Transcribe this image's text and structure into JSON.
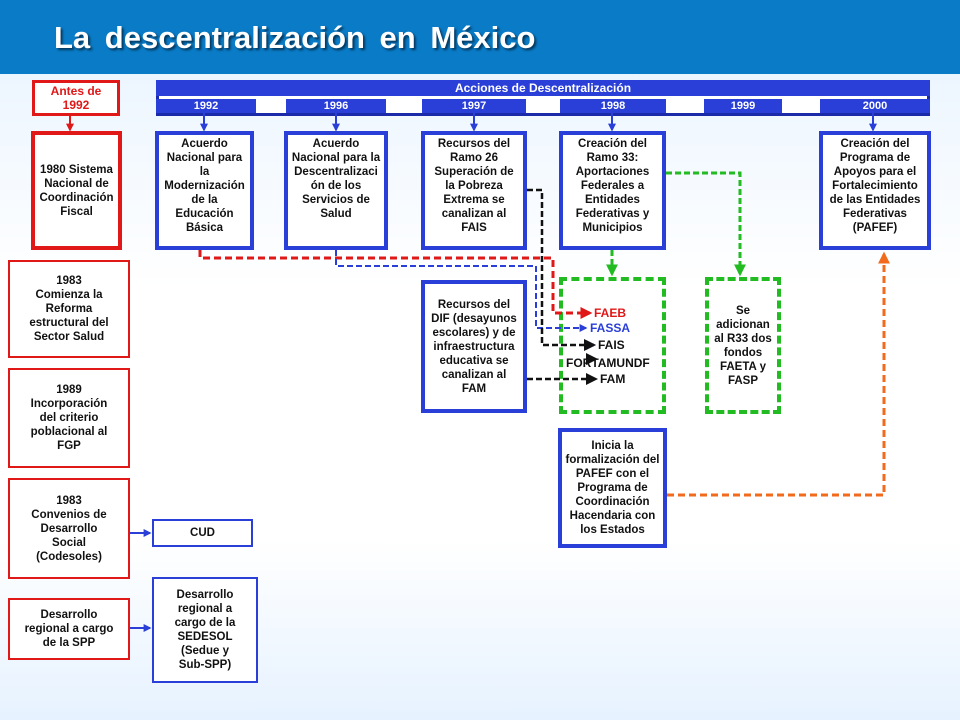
{
  "title": "La  descentralización  en México",
  "antes_label": "Antes de\n1992",
  "acciones_label": "Acciones de Descentralización",
  "years": [
    "1992",
    "1996",
    "1997",
    "1998",
    "1999",
    "2000"
  ],
  "left_column": [
    "1980 Sistema\nNacional de\nCoordinación\nFiscal",
    "1983\nComienza la\nReforma\nestructural del\nSector Salud",
    "1989\nIncorporación\ndel criterio\npoblacional al\nFGP",
    "1983\nConvenios de\nDesarrollo\nSocial\n(Codesoles)",
    "Desarrollo\nregional a cargo\nde la SPP"
  ],
  "action_boxes": [
    "Acuerdo\nNacional para\nla\nModernización\nde la\nEducación\nBásica",
    "Acuerdo\nNacional para la\nDescentralizaci\nón de los\nServicios de\nSalud",
    "Recursos del\nRamo 26\nSuperación de\nla Pobreza\nExtrema se\ncanalizan al\nFAIS",
    "Creación del\nRamo 33:\nAportaciones\nFederales a\nEntidades\nFederativas y\nMunicipios",
    "Creación del\nPrograma de\nApoyos para el\nFortalecimiento\nde las Entidades\nFederativas\n(PAFEF)"
  ],
  "dif_box": "Recursos del\nDIF (desayunos\nescolares) y de\ninfraestructura\neducativa se\ncanalizan al\nFAM",
  "funds": [
    "FAEB",
    "FASSA",
    "FAIS",
    "FORTAMUNDF",
    "FAM"
  ],
  "r33_box": "Se\nadicionan\nal R33 dos\nfondos\nFAETA y\nFASP",
  "pafef_box": "Inicia la\nformalización del\nPAFEF con el\nPrograma de\nCoordinación\nHacendaria con\nlos Estados",
  "cud_box": "CUD",
  "sedesol_box": "Desarrollo\nregional a\ncargo de la\nSEDESOL\n(Sedue y\nSub-SPP)",
  "colors": {
    "title_bar": "#0a7bc6",
    "blue": "#2a3fd8",
    "red": "#e01818",
    "green": "#22bb22",
    "orange": "#f26a1b",
    "black": "#111111"
  }
}
